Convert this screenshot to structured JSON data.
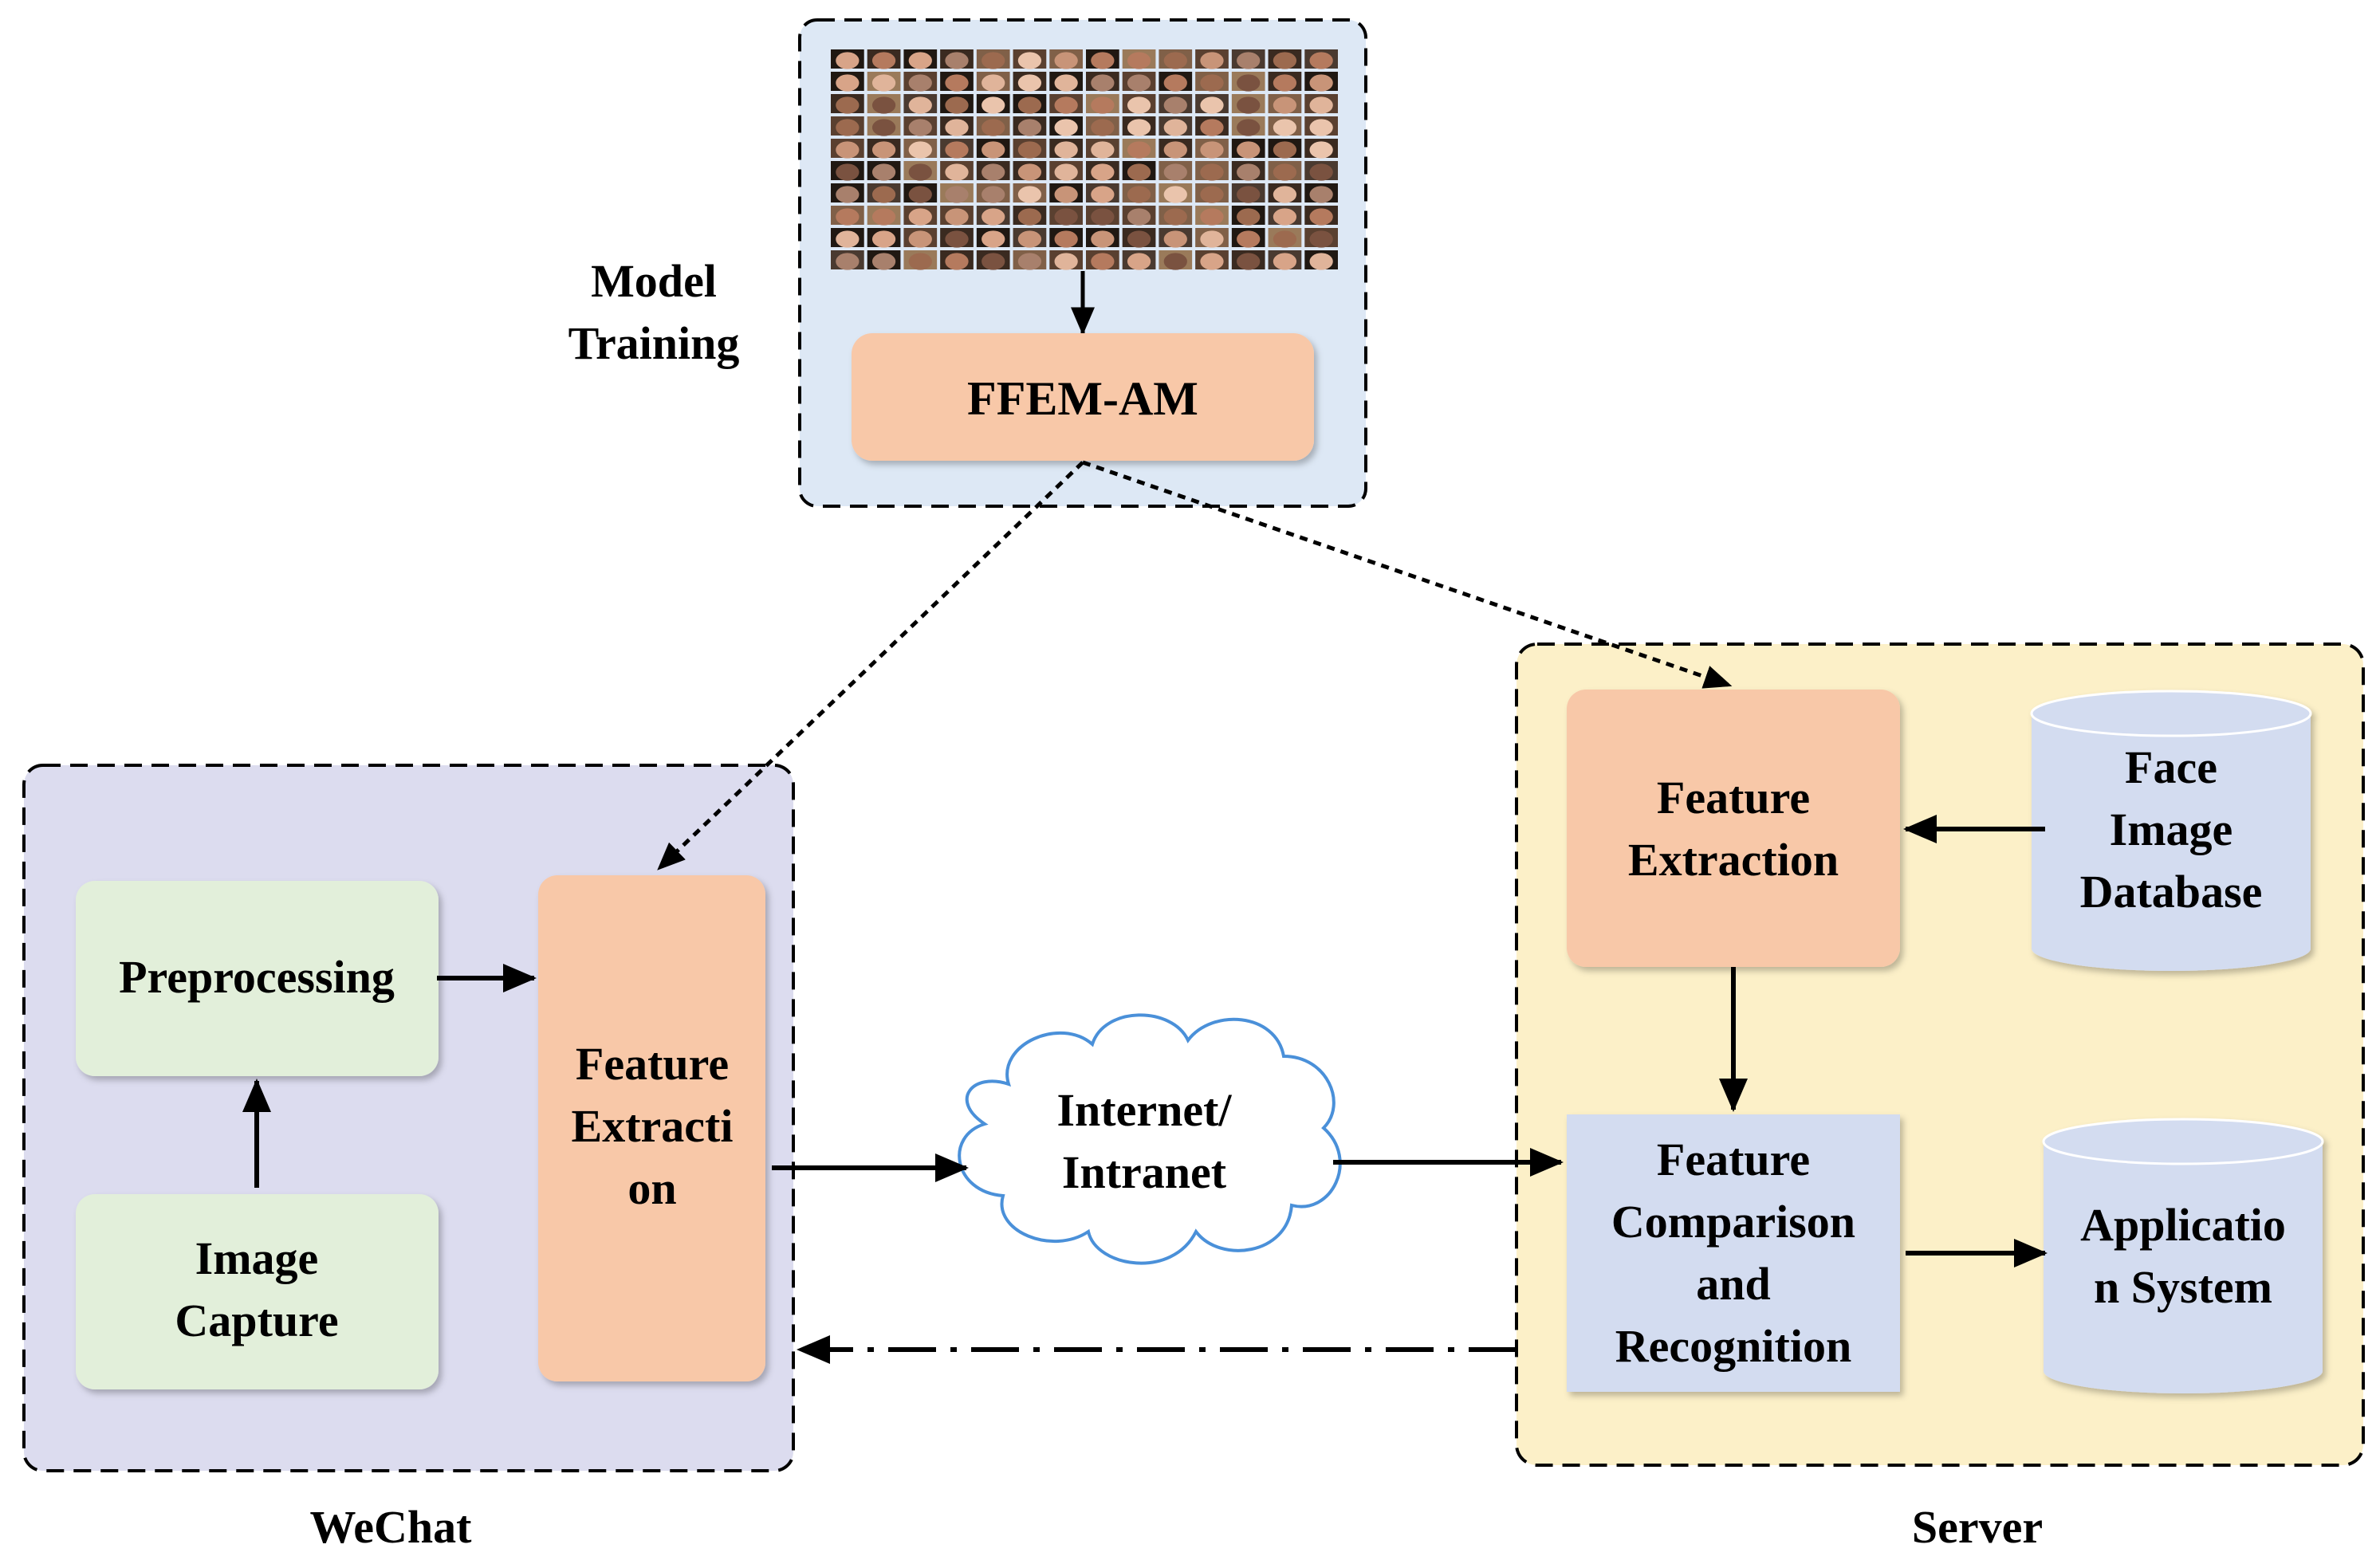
{
  "model_training": {
    "label_line1": "Model",
    "label_line2": "Training",
    "ffem_label": "FFEM-AM",
    "face_grid": {
      "cols": 14,
      "rows": 10
    }
  },
  "wechat": {
    "group_label": "WeChat",
    "preprocessing": "Preprocessing",
    "image_capture_line1": "Image",
    "image_capture_line2": "Capture",
    "feature_extraction_line1": "Feature",
    "feature_extraction_line2": "Extracti",
    "feature_extraction_line3": "on"
  },
  "network": {
    "line1": "Internet/",
    "line2": "Intranet"
  },
  "server": {
    "group_label": "Server",
    "feature_extraction_line1": "Feature",
    "feature_extraction_line2": "Extraction",
    "face_db_line1": "Face",
    "face_db_line2": "Image",
    "face_db_line3": "Database",
    "comparison_line1": "Feature",
    "comparison_line2": "Comparison",
    "comparison_line3": "and",
    "comparison_line4": "Recognition",
    "app_line1": "Applicatio",
    "app_line2": "n System"
  },
  "colors": {
    "model_bg": "#dde8f5",
    "wechat_bg": "#dcdcef",
    "server_bg": "#fcf0c8",
    "orange_box": "#f8c8a8",
    "green_box": "#e2efda",
    "blue_box": "#d3dcf0",
    "stroke": "#000000"
  }
}
